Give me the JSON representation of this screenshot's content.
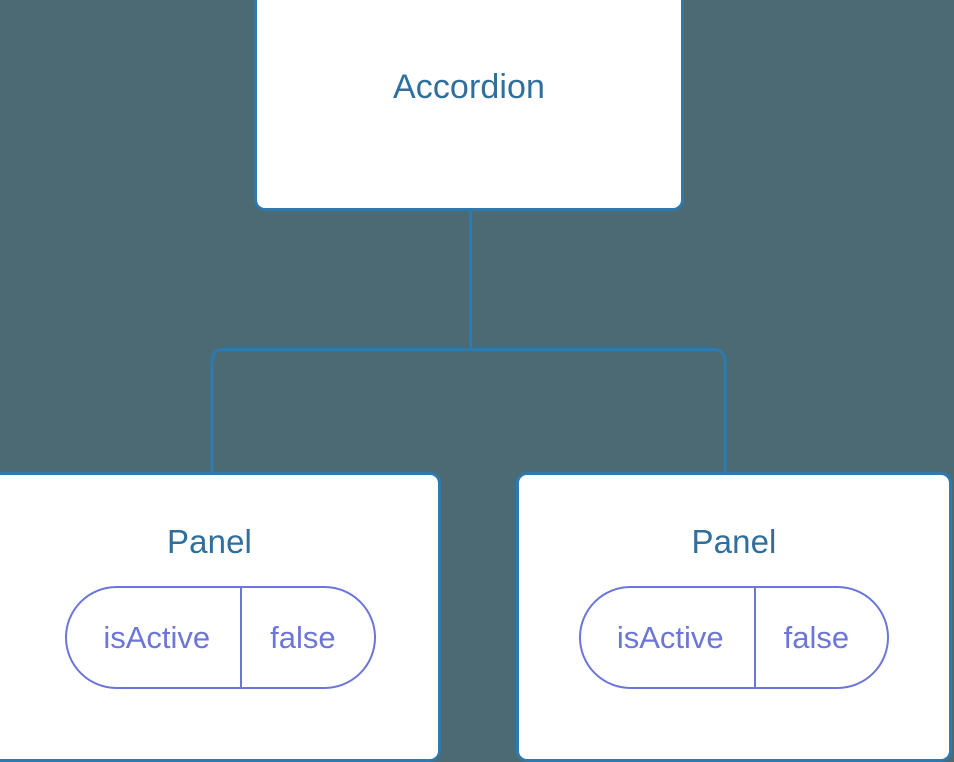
{
  "canvas": {
    "background_color": "#4c6a73",
    "node_fill": "#ffffff",
    "node_border_color": "#2e79ad",
    "node_title_color": "#2e6f9e",
    "edge_color": "#2e79ad",
    "pill_color": "#6c76d8"
  },
  "tree": {
    "root": {
      "title": "Accordion"
    },
    "children": [
      {
        "title": "Panel",
        "state": {
          "key": "isActive",
          "value": "false"
        }
      },
      {
        "title": "Panel",
        "state": {
          "key": "isActive",
          "value": "false"
        }
      }
    ]
  }
}
